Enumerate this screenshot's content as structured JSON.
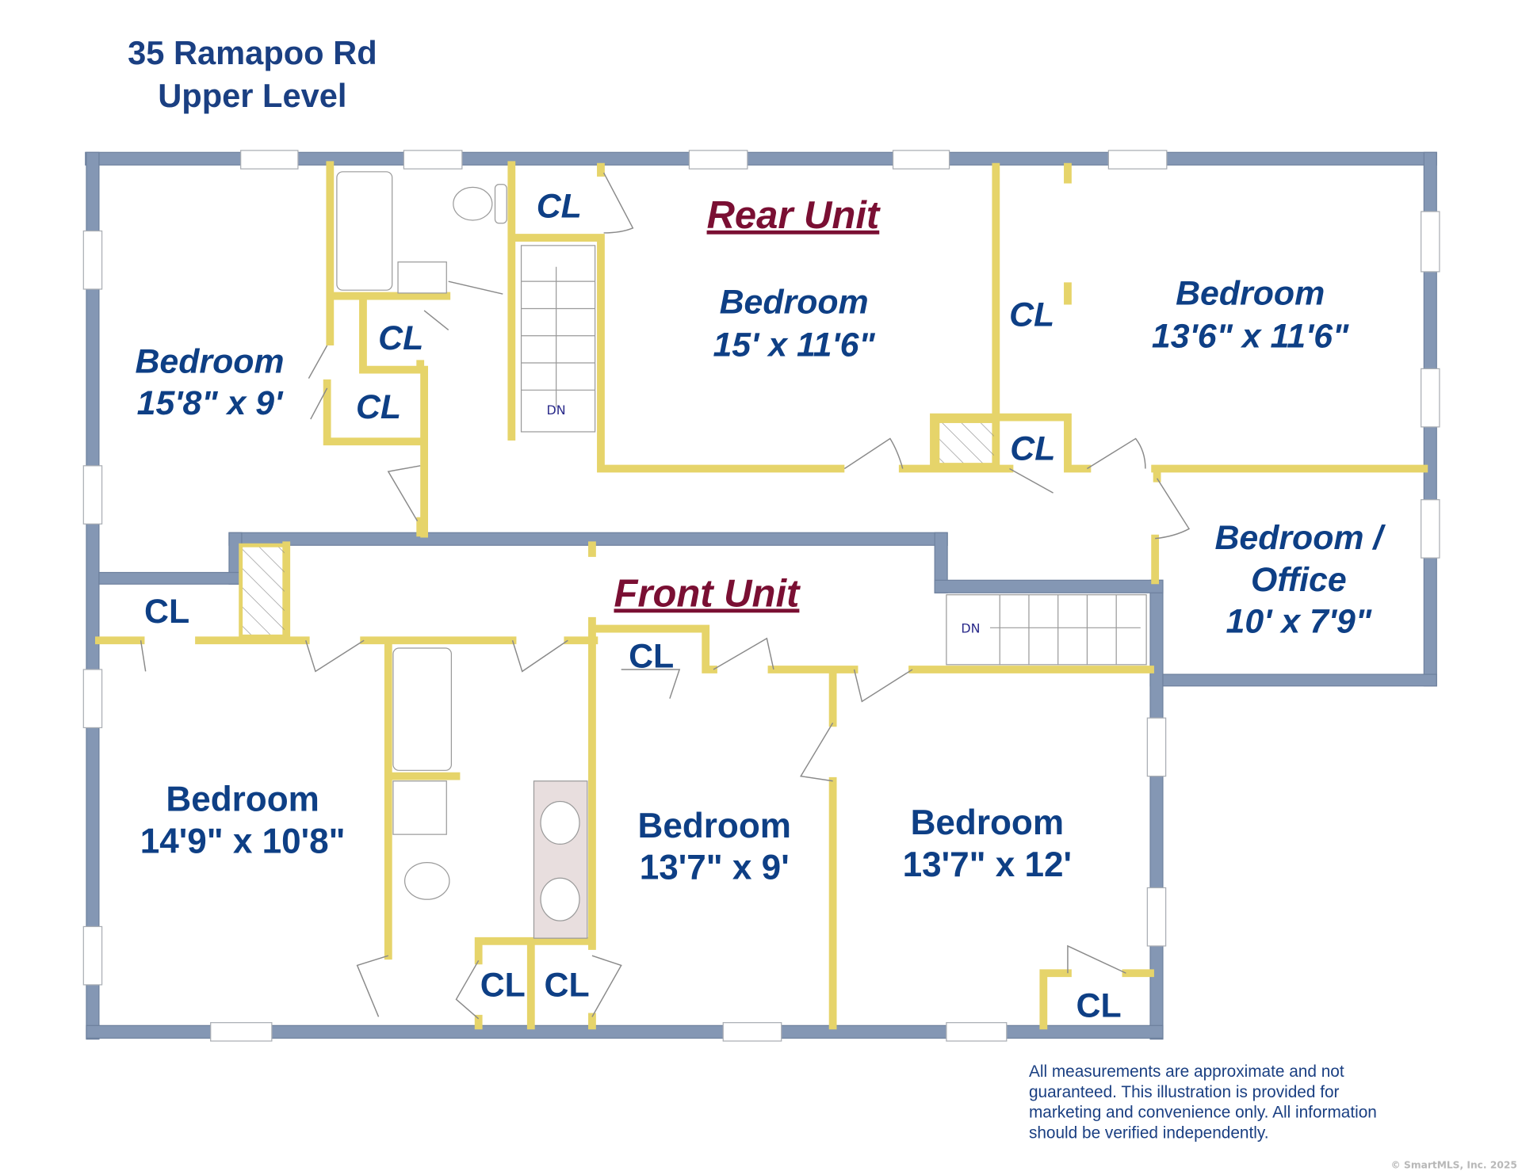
{
  "header": {
    "address": "35 Ramapoo Rd",
    "level": "Upper Level"
  },
  "units": {
    "rear": "Rear Unit",
    "front": "Front Unit"
  },
  "rooms": {
    "rear_bed_left": {
      "name": "Bedroom",
      "size": "15'8\" x 9'"
    },
    "rear_bed_center": {
      "name": "Bedroom",
      "size": "15' x 11'6\""
    },
    "rear_bed_right": {
      "name": "Bedroom",
      "size": "13'6\" x 11'6\""
    },
    "office": {
      "name": "Bedroom /",
      "name2": "Office",
      "size": "10' x 7'9\""
    },
    "front_bed_left": {
      "name": "Bedroom",
      "size": "14'9\" x 10'8\""
    },
    "front_bed_center": {
      "name": "Bedroom",
      "size": "13'7\" x 9'"
    },
    "front_bed_right": {
      "name": "Bedroom",
      "size": "13'7\" x 12'"
    }
  },
  "closet_label": "CL",
  "stairs_label": "DN",
  "disclaimer": [
    "All measurements are approximate and not",
    "guaranteed. This illustration is provided for",
    "marketing and convenience only. All information",
    "should be verified independently."
  ],
  "copyright": "© SmartMLS, Inc.  2025",
  "colors": {
    "exterior_wall": "#8497b4",
    "interior_wall": "#e6d46a",
    "label": "#0e3f85",
    "unit_title": "#7a0f33"
  }
}
